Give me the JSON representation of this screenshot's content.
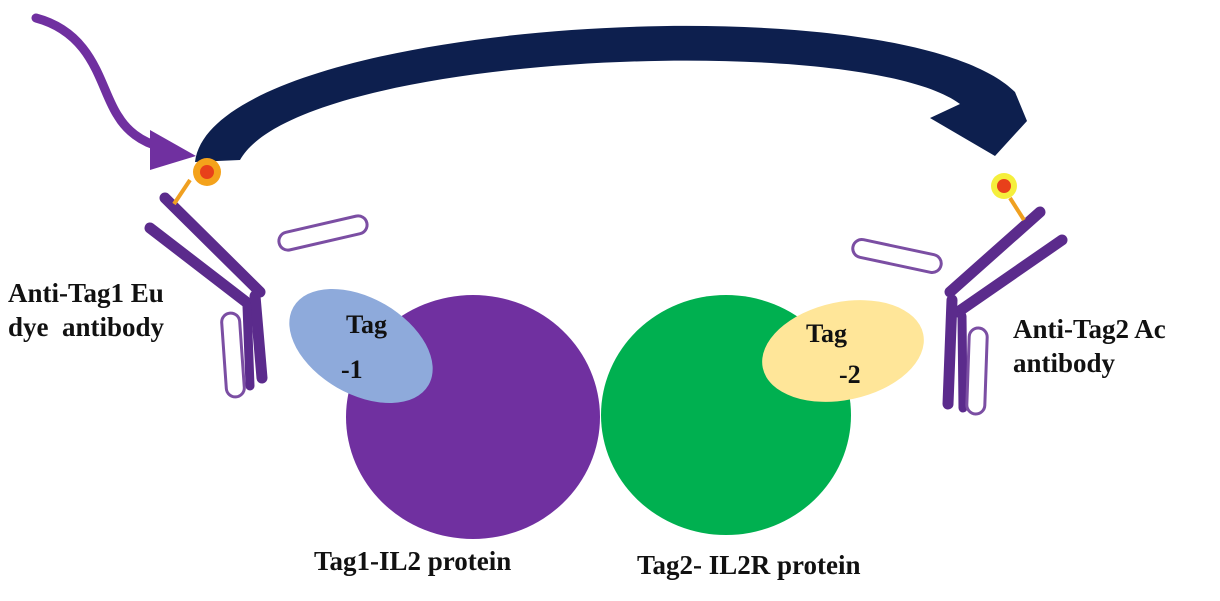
{
  "labels": {
    "left_antibody": [
      "Anti-Tag1 Eu",
      "dye  antibody"
    ],
    "right_antibody": [
      "Anti-Tag2 Ac",
      "antibody"
    ],
    "left_protein": "Tag1-IL2 protein",
    "right_protein": "Tag2- IL2R protein"
  },
  "tags": {
    "left": [
      "Tag",
      "-1"
    ],
    "right": [
      "Tag",
      "-2"
    ]
  },
  "colors": {
    "excitation_arrow": "#7030a0",
    "fret_arrow": "#0d1f4e",
    "antibody": "#5b2b8c",
    "antibody_light_chain_outline": "#7b4ea3",
    "left_protein": "#7030a0",
    "right_protein": "#00b050",
    "tag1": "#8eaadb",
    "tag2": "#ffe699",
    "eu_dye_outer": "#f4a21b",
    "eu_dye_inner": "#e8401a",
    "ac_dye_outer": "#f5ef3c",
    "ac_dye_inner": "#e8401a",
    "dye_linker": "#f0a020"
  }
}
